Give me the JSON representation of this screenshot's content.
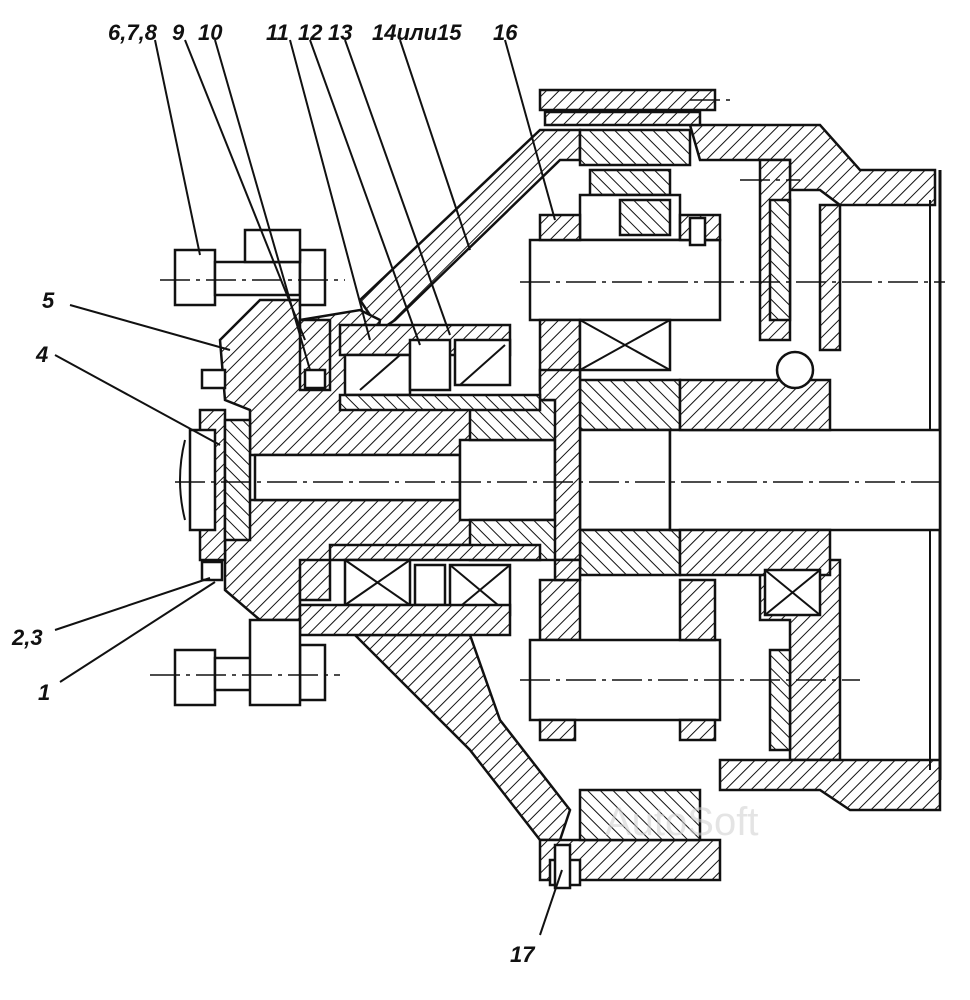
{
  "callouts": {
    "c1": "1",
    "c23": "2,3",
    "c4": "4",
    "c5": "5",
    "c678": "6,7,8",
    "c9": "9",
    "c10": "10",
    "c11": "11",
    "c12": "12",
    "c13": "13",
    "c1415": "14или15",
    "c16": "16",
    "c17": "17"
  },
  "watermark": "AutoSoft",
  "colors": {
    "ink": "#111111",
    "paper": "#ffffff",
    "watermark": "#cfcfcf"
  }
}
